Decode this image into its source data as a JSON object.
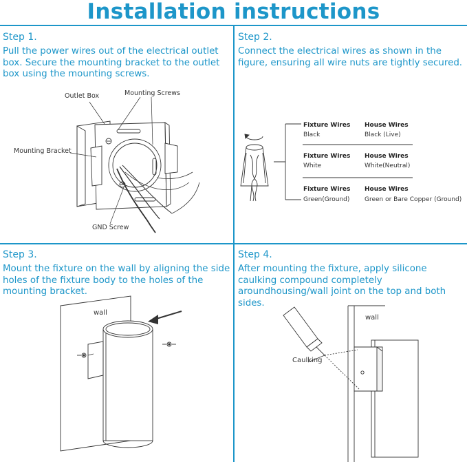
{
  "page_title": "Installation instructions",
  "steps": [
    {
      "label": "Step 1.",
      "text": "Pull the power wires out of the electrical outlet box. Secure the mounting bracket to the outlet box using the mounting screws."
    },
    {
      "label": "Step 2.",
      "text": "Connect the electrical wires as shown in the figure, ensuring all wire nuts are tightly secured."
    },
    {
      "label": "Step 3.",
      "text": "Mount the fixture on the wall by aligning the side holes of the fixture body to the holes of the mounting bracket."
    },
    {
      "label": "Step 4.",
      "text": "After mounting the fixture, apply silicone caulking compound completely aroundhousing/wall joint on the top and both sides."
    }
  ],
  "step1_figure": {
    "outlet_box": "Outlet Box",
    "mounting_screws": "Mounting Screws",
    "mounting_bracket": "Mounting Bracket",
    "gnd_screw": "GND Screw"
  },
  "wiring_table": [
    {
      "fixture_header": "Fixture Wires",
      "fixture_value": "Black",
      "house_header": "House Wires",
      "house_value": "Black (Live)"
    },
    {
      "fixture_header": "Fixture Wires",
      "fixture_value": "White",
      "house_header": "House Wires",
      "house_value": "White(Neutral)"
    },
    {
      "fixture_header": "Fixture Wires",
      "fixture_value": "Green(Ground)",
      "house_header": "House Wires",
      "house_value": "Green or Bare Copper (Ground)"
    }
  ],
  "step3_figure": {
    "wall": "wall"
  },
  "step4_figure": {
    "wall": "wall",
    "caulking": "Caulking"
  },
  "colors": {
    "accent": "#1d96c9",
    "line_art": "#333333"
  }
}
